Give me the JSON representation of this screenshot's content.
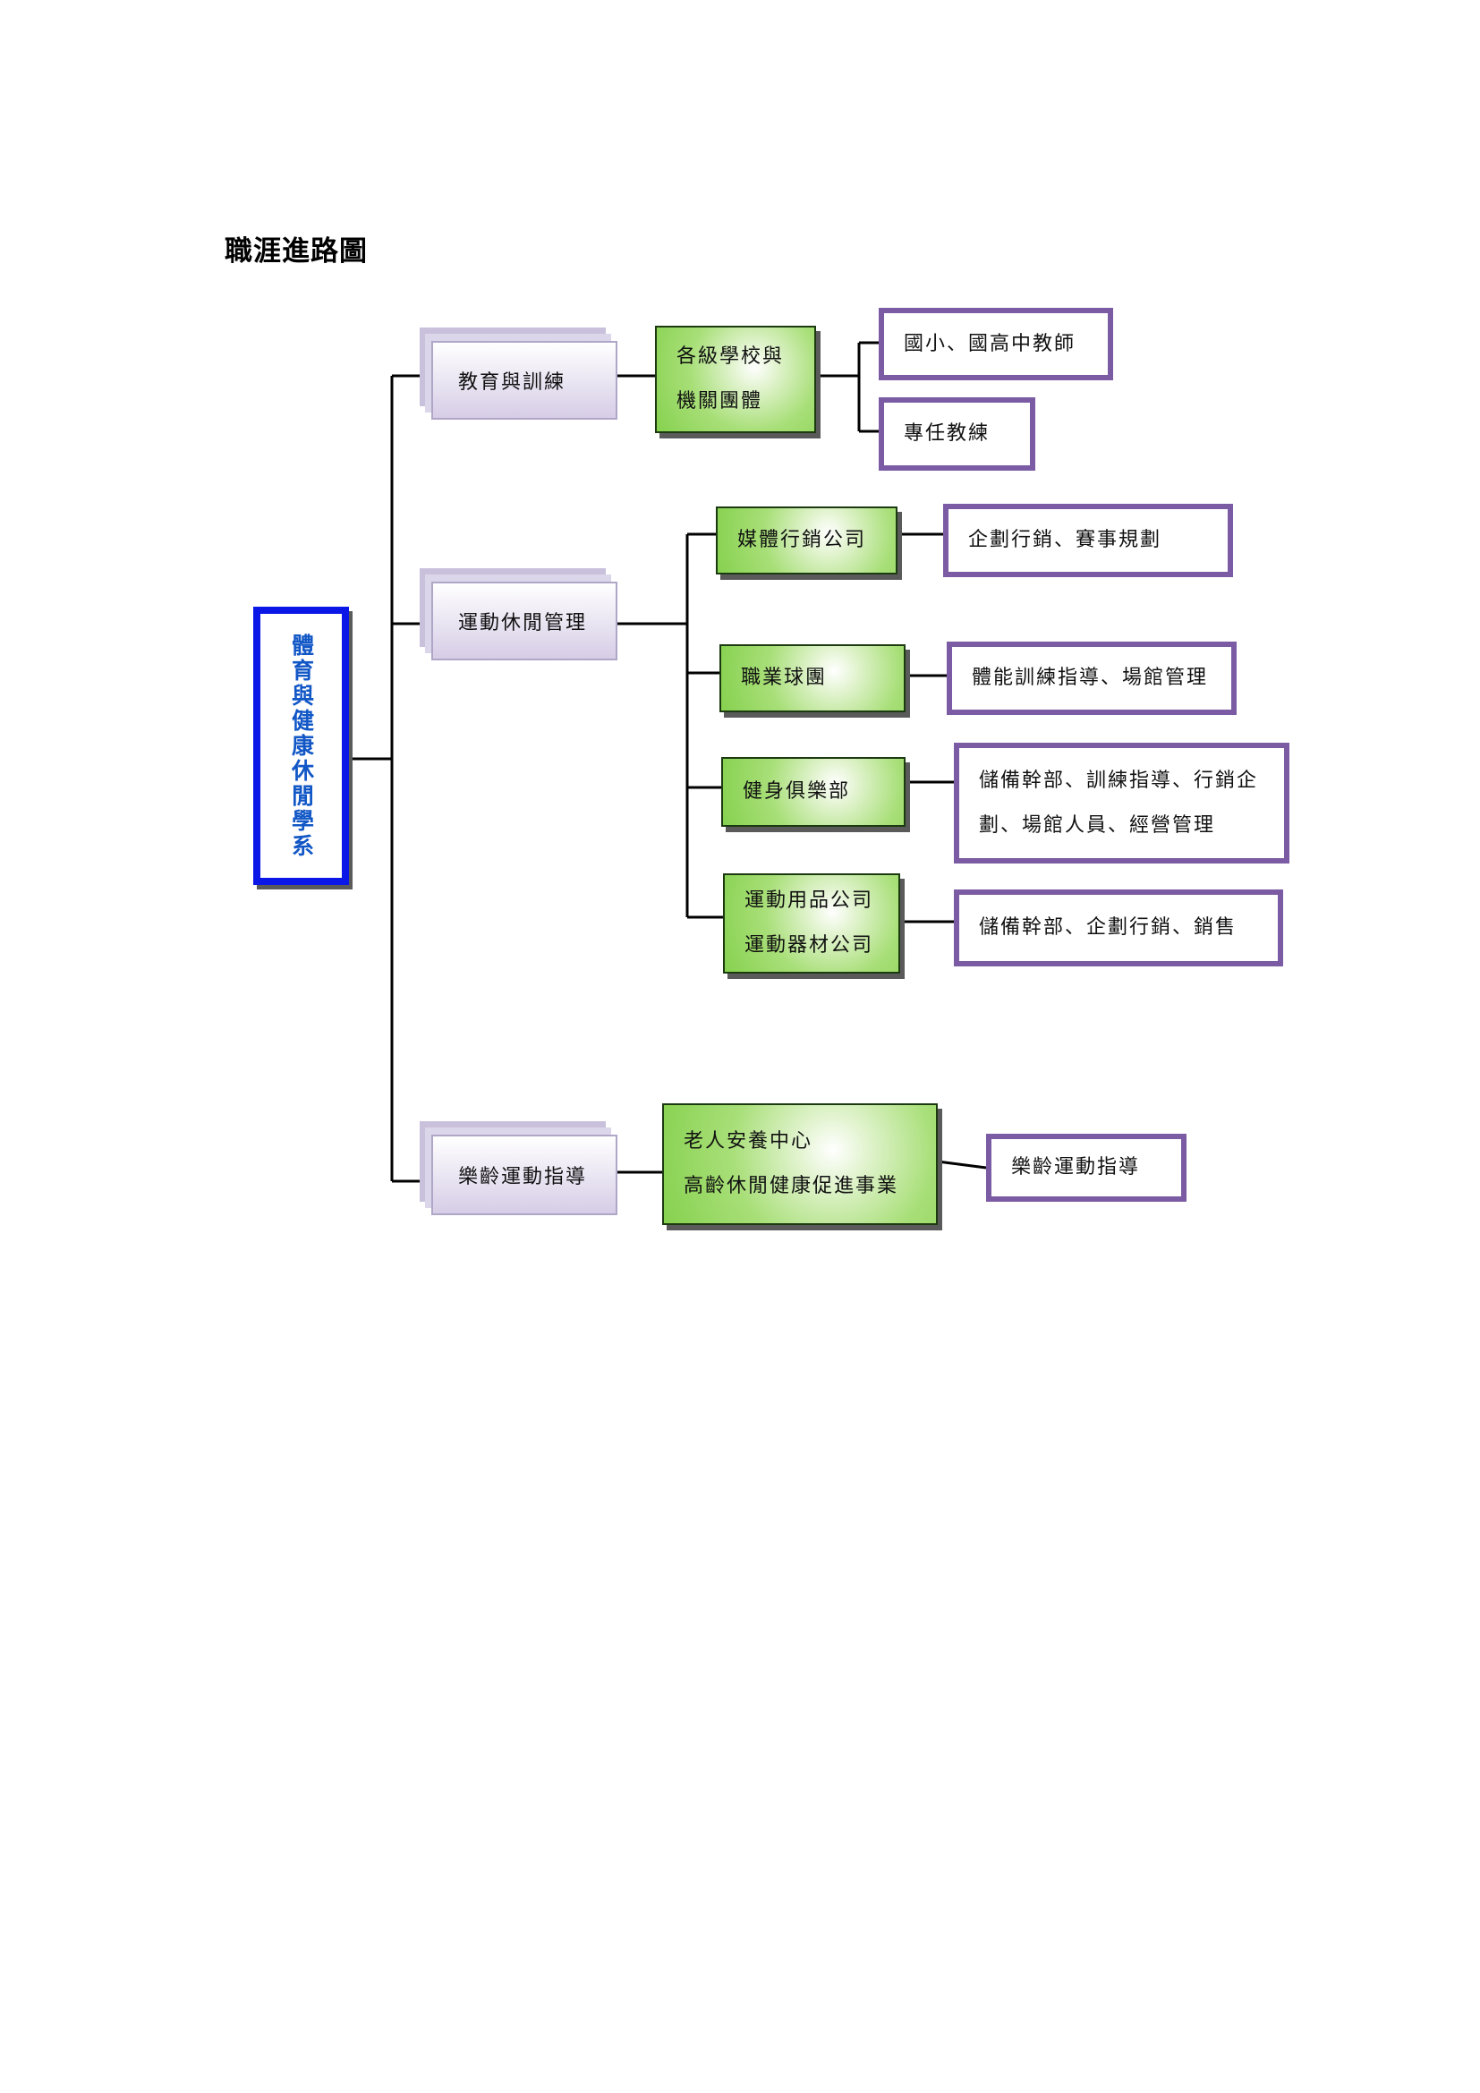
{
  "title": "職涯進路圖",
  "root": {
    "label": "體育與健康休閒學系"
  },
  "categories": [
    {
      "label": "教育與訓練"
    },
    {
      "label": "運動休閒管理"
    },
    {
      "label": "樂齡運動指導"
    }
  ],
  "sectors": [
    {
      "lines": [
        "各級學校與",
        "機關團體"
      ]
    },
    {
      "lines": [
        "媒體行銷公司"
      ]
    },
    {
      "lines": [
        "職業球團"
      ]
    },
    {
      "lines": [
        "健身俱樂部"
      ]
    },
    {
      "lines": [
        "運動用品公司",
        "運動器材公司"
      ]
    },
    {
      "lines": [
        "老人安養中心",
        "高齡休閒健康促進事業"
      ]
    }
  ],
  "jobs": [
    {
      "lines": [
        "國小、國高中教師"
      ]
    },
    {
      "lines": [
        "專任教練"
      ]
    },
    {
      "lines": [
        "企劃行銷、賽事規劃"
      ]
    },
    {
      "lines": [
        "體能訓練指導、場館管理"
      ]
    },
    {
      "lines": [
        "儲備幹部、訓練指導、行銷企",
        "劃、場館人員、經營管理"
      ]
    },
    {
      "lines": [
        "儲備幹部、企劃行銷、銷售"
      ]
    },
    {
      "lines": [
        "樂齡運動指導"
      ]
    }
  ],
  "colors": {
    "root_border": "#0a17e6",
    "root_text": "#1257c6",
    "job_border": "#7b5ba3",
    "sector_fill": "#8fd35a",
    "category_fill": "#d6cde6"
  }
}
